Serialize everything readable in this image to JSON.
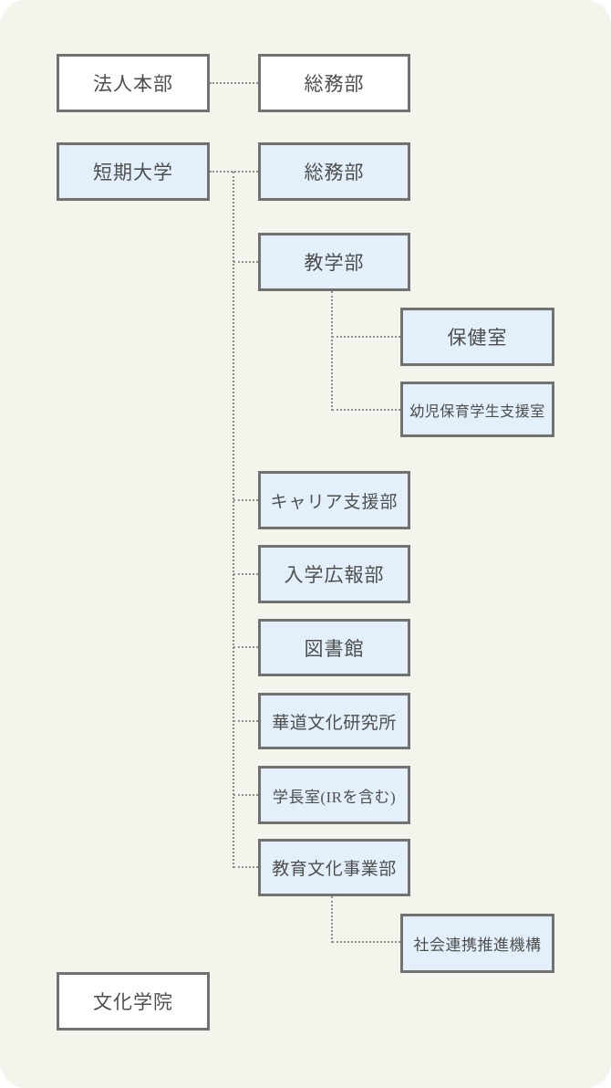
{
  "diagram": {
    "type": "orgchart",
    "colors": {
      "background": "#f3f4ec",
      "node_border": "#717171",
      "node_fill_white": "#ffffff",
      "node_fill_blue": "#e3f0fb",
      "connector": "#8f8f8f",
      "text": "#4e4e4e"
    },
    "nodes": [
      {
        "id": "corporate-headquarters",
        "label": "法人本部",
        "fill": "white",
        "parent": null
      },
      {
        "id": "general-affairs-corporate",
        "label": "総務部",
        "fill": "white",
        "parent": "法人本部"
      },
      {
        "id": "junior-college",
        "label": "短期大学",
        "fill": "blue",
        "parent": null
      },
      {
        "id": "general-affairs-college",
        "label": "総務部",
        "fill": "blue",
        "parent": "短期大学"
      },
      {
        "id": "academic-affairs",
        "label": "教学部",
        "fill": "blue",
        "parent": "短期大学"
      },
      {
        "id": "health-room",
        "label": "保健室",
        "fill": "blue",
        "parent": "教学部"
      },
      {
        "id": "early-childhood-student-support",
        "label": "幼児保育学生支援室",
        "fill": "blue",
        "parent": "教学部"
      },
      {
        "id": "career-support",
        "label": "キャリア支援部",
        "fill": "blue",
        "parent": "短期大学"
      },
      {
        "id": "admissions-pr",
        "label": "入学広報部",
        "fill": "blue",
        "parent": "短期大学"
      },
      {
        "id": "library",
        "label": "図書館",
        "fill": "blue",
        "parent": "短期大学"
      },
      {
        "id": "kado-culture-institute",
        "label": "華道文化研究所",
        "fill": "blue",
        "parent": "短期大学"
      },
      {
        "id": "presidents-office",
        "label": "学長室(IRを含む)",
        "fill": "blue",
        "parent": "短期大学"
      },
      {
        "id": "education-culture-business",
        "label": "教育文化事業部",
        "fill": "blue",
        "parent": "短期大学"
      },
      {
        "id": "community-partnership",
        "label": "社会連携推進機構",
        "fill": "blue",
        "parent": "教育文化事業部"
      },
      {
        "id": "bunka-gakuin",
        "label": "文化学院",
        "fill": "white",
        "parent": null
      }
    ]
  }
}
